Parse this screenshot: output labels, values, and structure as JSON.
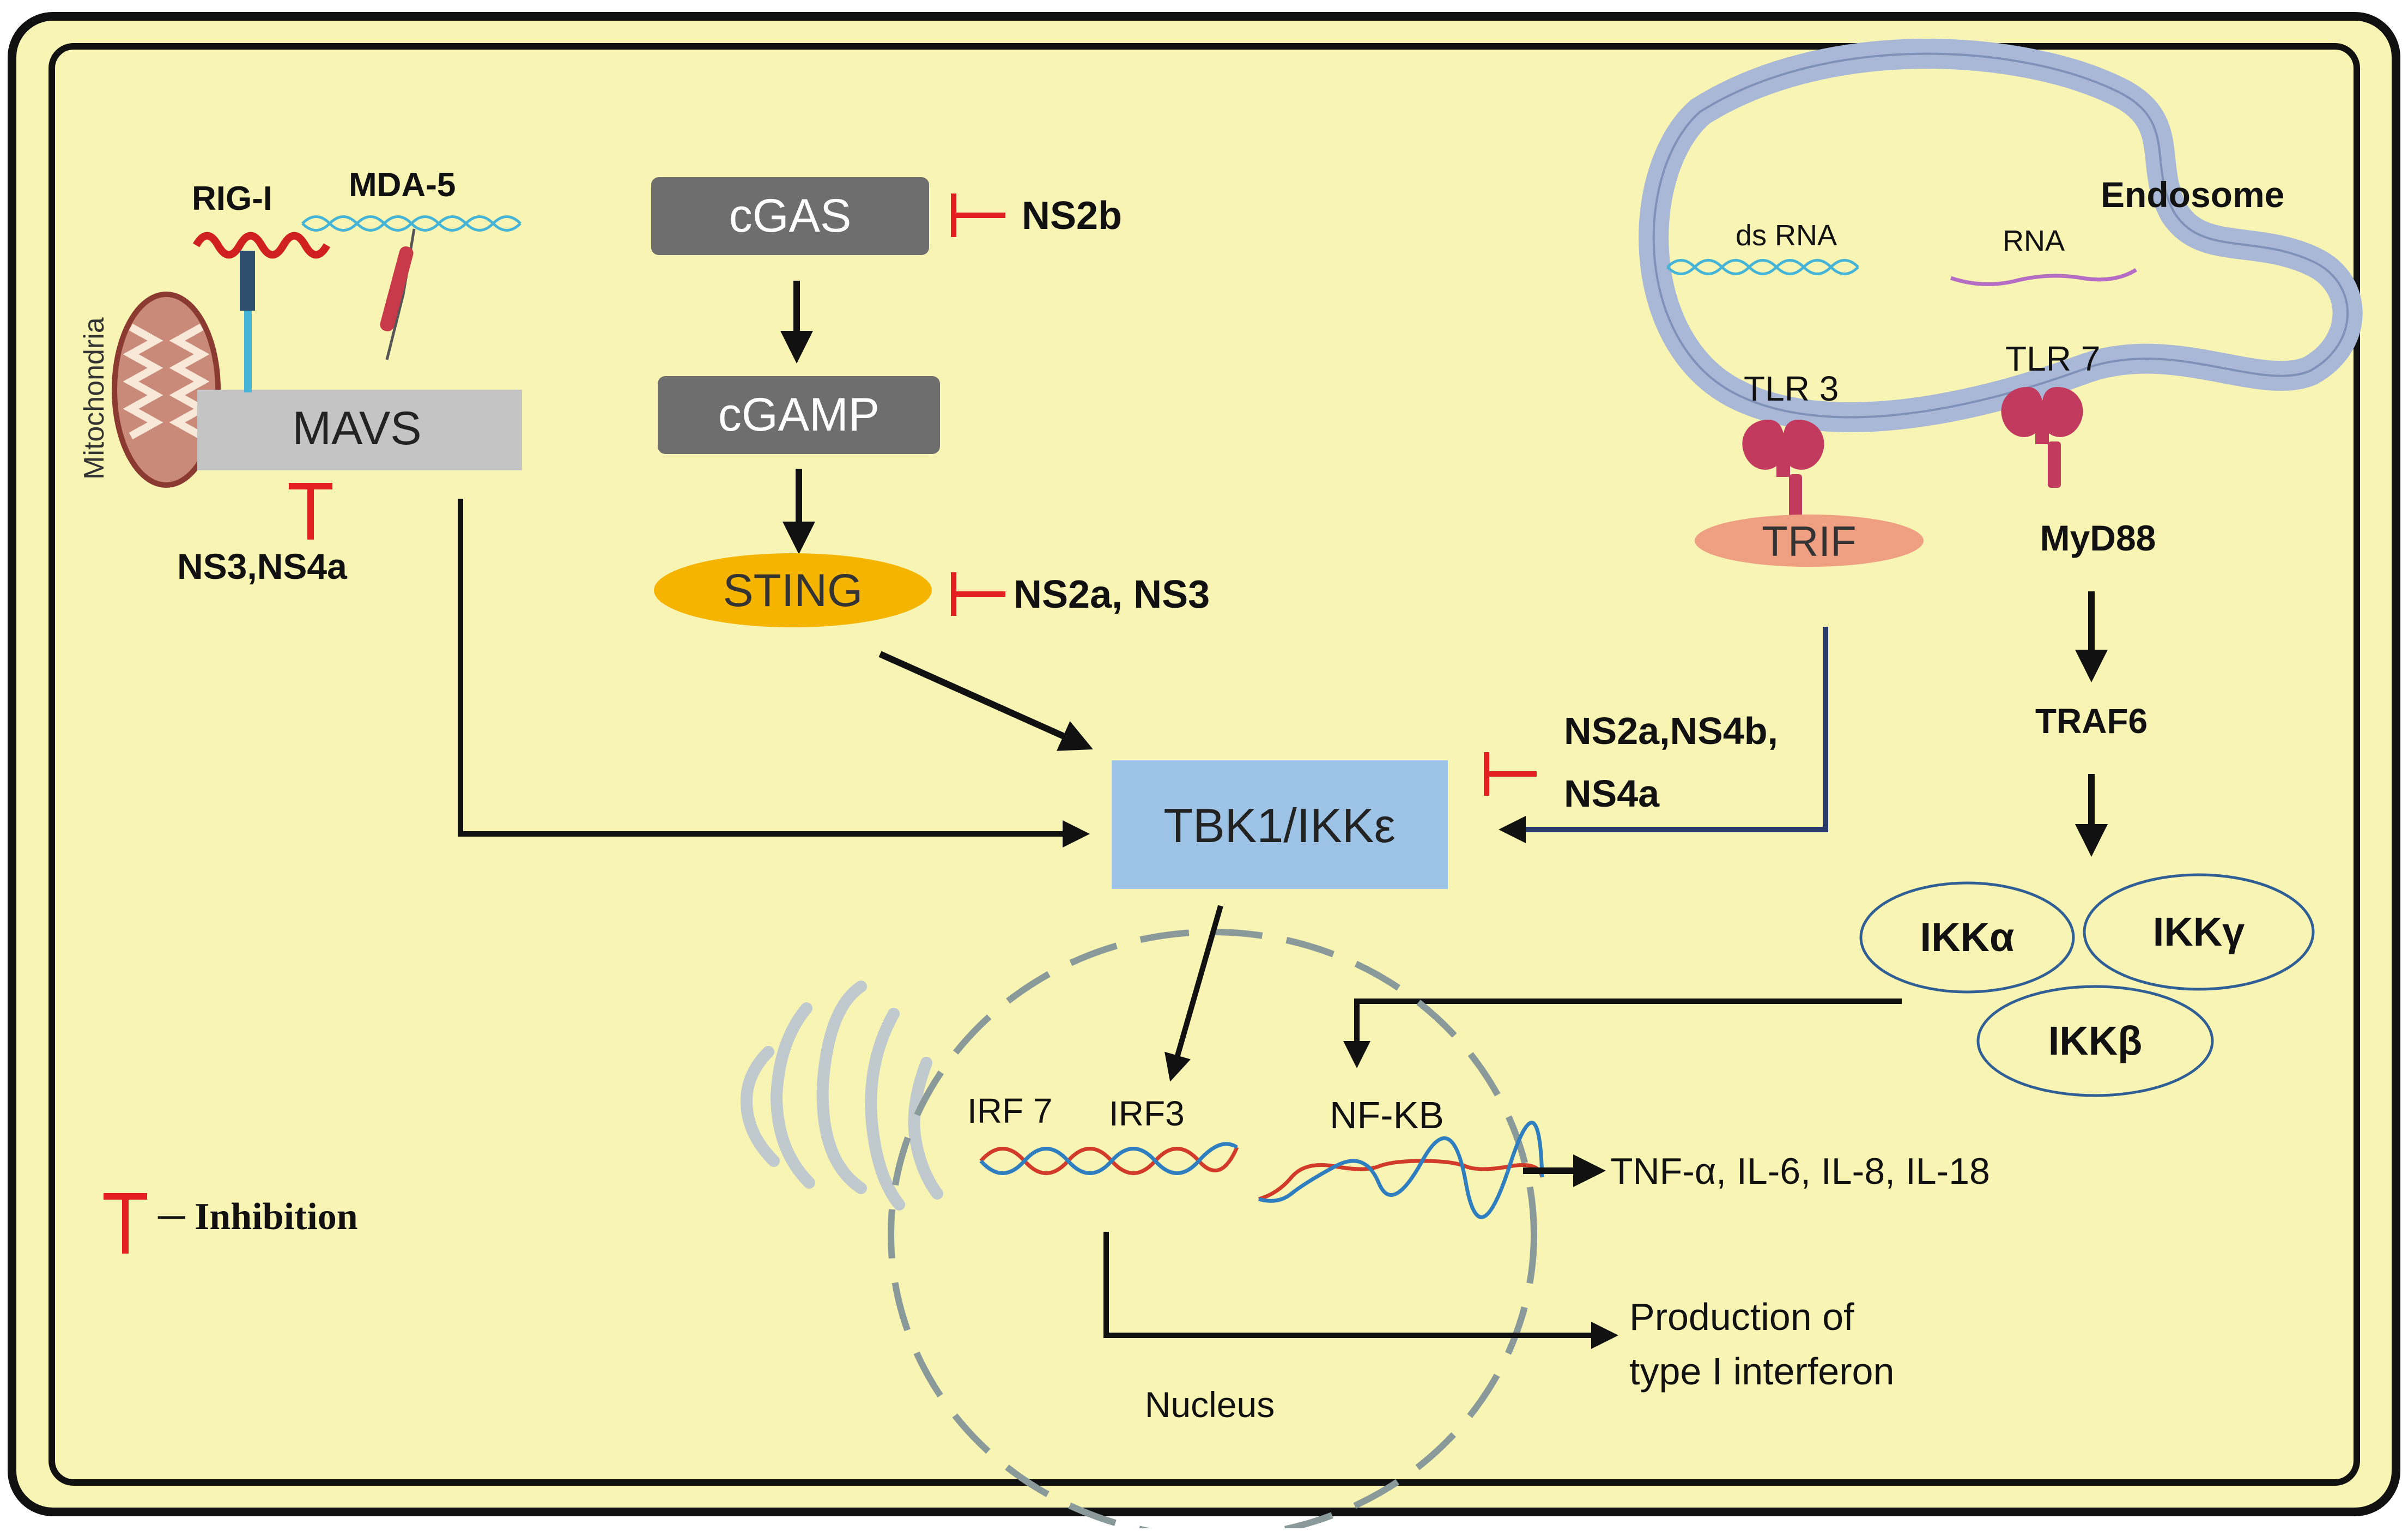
{
  "labels": {
    "rig_i": "RIG-I",
    "mda5": "MDA-5",
    "mitochondria": "Mitochondria",
    "mavs": "MAVS",
    "ns3_ns4a": "NS3,NS4a",
    "cgas": "cGAS",
    "ns2b": "NS2b",
    "cgamp": "cGAMP",
    "sting": "STING",
    "ns2a_ns3": "NS2a, NS3",
    "endosome": "Endosome",
    "ds_rna": "ds RNA",
    "rna": "RNA",
    "tlr3": "TLR 3",
    "tlr7": "TLR 7",
    "trif": "TRIF",
    "myd88": "MyD88",
    "traf6": "TRAF6",
    "ns2a_ns4b_line1": "NS2a,NS4b,",
    "ns2a_ns4b_line2": "NS4a",
    "tbk1": "TBK1/IKKε",
    "ikka": "IKKα",
    "ikkg": "IKKγ",
    "ikkb": "IKKβ",
    "irf7": "IRF 7",
    "irf3": "IRF3",
    "nfkb": "NF-KB",
    "cytokines": "TNF-α, IL-6, IL-8, IL-18",
    "production_line1": "Production of",
    "production_line2": "type I interferon",
    "nucleus": "Nucleus",
    "inhibition": "─ Inhibition"
  },
  "colors": {
    "cell_fill": "#f8f4b4",
    "cell_border": "#111111",
    "inhibit": "#e52020",
    "grey_box": "#6e6e6e",
    "mavs_box": "#c4c4c4",
    "sting": "#f5b400",
    "trif": "#ef9f82",
    "tbk1": "#9dc3e6",
    "endosome": "#a9b8d6",
    "ikk_ring": "#2f5f95",
    "nucleus_dash": "#8a9a9a",
    "dna_blue": "#2f7fc0",
    "dna_red": "#d23a2a",
    "ds_rna": "#46b4d6",
    "rna": "#b56cc4",
    "tlr": "#c23a5e"
  }
}
